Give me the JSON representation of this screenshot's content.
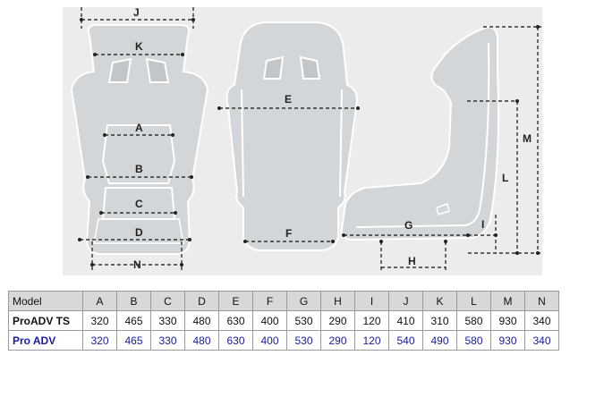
{
  "diagram": {
    "labels": {
      "J": "J",
      "K": "K",
      "A": "A",
      "B": "B",
      "C": "C",
      "D": "D",
      "N": "N",
      "E": "E",
      "F": "F",
      "G": "G",
      "H": "H",
      "I": "I",
      "L": "L",
      "M": "M"
    },
    "colors": {
      "background": "#ececec",
      "seat_fill": "#d2d6d8",
      "seat_outline": "#ffffff",
      "dimension_line": "#333333"
    }
  },
  "table": {
    "header": {
      "model": "Model",
      "cols": [
        "A",
        "B",
        "C",
        "D",
        "E",
        "F",
        "G",
        "H",
        "I",
        "J",
        "K",
        "L",
        "M",
        "N"
      ]
    },
    "rows": [
      {
        "model": "ProADV TS",
        "values": [
          "320",
          "465",
          "330",
          "480",
          "630",
          "400",
          "530",
          "290",
          "120",
          "410",
          "310",
          "580",
          "930",
          "340"
        ],
        "color": "#111111"
      },
      {
        "model": "Pro ADV",
        "values": [
          "320",
          "465",
          "330",
          "480",
          "630",
          "400",
          "530",
          "290",
          "120",
          "540",
          "490",
          "580",
          "930",
          "340"
        ],
        "color": "#1a1aa0"
      }
    ]
  }
}
